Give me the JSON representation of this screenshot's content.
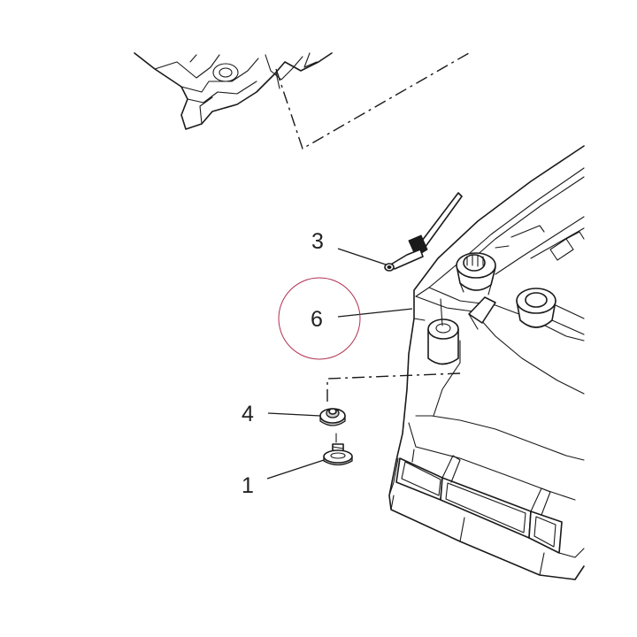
{
  "diagram": {
    "callouts": [
      {
        "id": "callout-1",
        "label": "1"
      },
      {
        "id": "callout-3",
        "label": "3"
      },
      {
        "id": "callout-4",
        "label": "4"
      },
      {
        "id": "callout-6",
        "label": "6"
      }
    ],
    "highlight_color": "#b03050"
  }
}
